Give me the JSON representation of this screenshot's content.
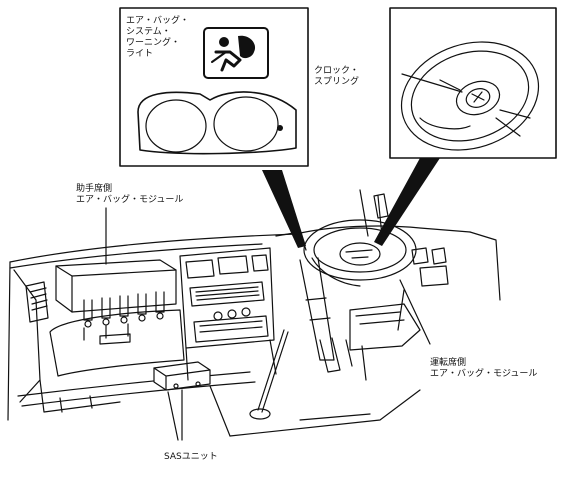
{
  "labels": {
    "warning_light": [
      "エア・バッグ・",
      "システム・",
      "ワーニング・",
      "ライト"
    ],
    "clock_spring": [
      "クロック・",
      "スプリング"
    ],
    "passenger_module": [
      "助手席側",
      "エア・バッグ・モジュール"
    ],
    "driver_module": [
      "運転席側",
      "エア・バッグ・モジュール"
    ],
    "sas_unit": "SASユニット"
  },
  "colors": {
    "line": "#111111",
    "background": "#ffffff"
  },
  "icons": {
    "warning": "airbag-person-icon"
  }
}
